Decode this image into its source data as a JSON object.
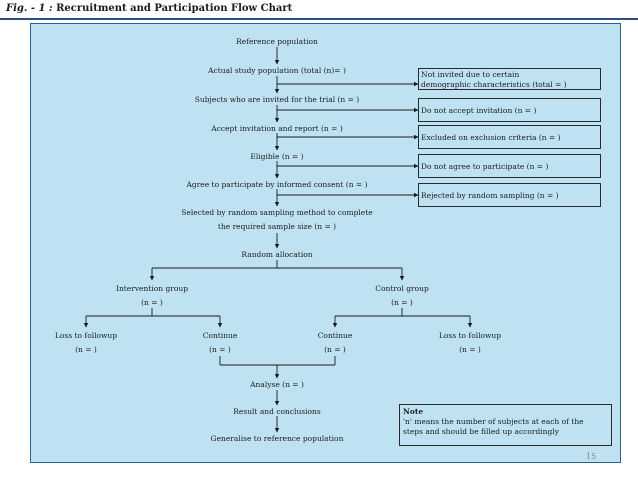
{
  "figure": {
    "label": "Fig. - 1 :",
    "title": "Recruitment and Participation Flow Chart"
  },
  "flow": {
    "reference_population": "Reference population",
    "actual_study_population": "Actual study population (total (n)=  )",
    "invited": "Subjects who are invited for the trial (n =  )",
    "accept_invitation": "Accept invitation and report (n =  )",
    "eligible": "Eligible (n =  )",
    "agree_consent": "Agree to participate by informed consent (n =  )",
    "selected_line1": "Selected by random sampling method to complete",
    "selected_line2": "the required sample size (n =  )",
    "random_allocation": "Random allocation",
    "intervention_group": "Intervention group",
    "intervention_n": "(n =  )",
    "control_group": "Control group",
    "control_n": "(n =  )",
    "loss_left": "Loss to followup",
    "loss_left_n": "(n =  )",
    "continue_left": "Continue",
    "continue_left_n": "(n =  )",
    "continue_right": "Continue",
    "continue_right_n": "(n =  )",
    "loss_right": "Loss to followup",
    "loss_right_n": "(n =  )",
    "analyse": "Analyse (n =  )",
    "result": "Result and conclusions",
    "generalise": "Generalise to reference population"
  },
  "exclusions": {
    "not_invited_line1": "Not invited due to certain",
    "not_invited_line2": "demographic characteristics (total =  )",
    "not_accept": "Do not accept invitation (n =  )",
    "excluded": "Excluded on exclusion criteria (n =  )",
    "not_agree": "Do not agree to participate (n =  )",
    "rejected": "Rejected by random sampling (n =  )"
  },
  "note": {
    "title": "Note",
    "line1": "'n' means the number of subjects at each of the",
    "line2": "steps and should be filled up accordingly"
  },
  "page_number": "15",
  "colors": {
    "panel_background": "#bfe2f3",
    "panel_border": "#2f5f8a",
    "title_rule": "#2a4f80"
  }
}
